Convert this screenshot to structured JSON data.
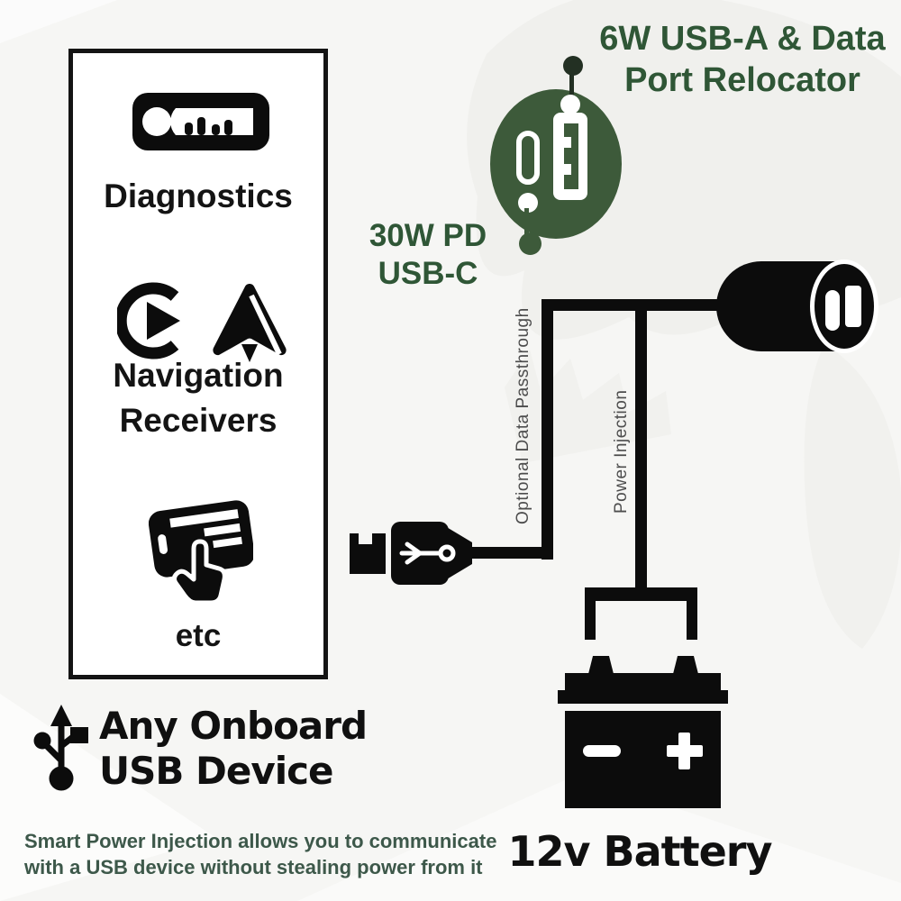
{
  "colors": {
    "background": "#f6f6f4",
    "ink": "#0c0c0c",
    "accent_green": "#2f5636",
    "puck_green": "#3d5a3a",
    "label_gray": "#4d4d4d",
    "footer_green": "#3d584a",
    "watermark_gray": "#ebebe8"
  },
  "relocator": {
    "heading_line1": "6W USB-A & Data",
    "heading_line2": "Port Relocator",
    "usbc_line1": "30W PD",
    "usbc_line2": "USB-C"
  },
  "device_box": {
    "item1_label": "Diagnostics",
    "item2_label_line1": "Navigation",
    "item2_label_line2": "Receivers",
    "item3_label": "etc"
  },
  "onboard_device": {
    "line1": "Any Onboard",
    "line2": "USB Device"
  },
  "wiring": {
    "data_label": "Optional Data Passthrough",
    "power_label": "Power Injection"
  },
  "battery": {
    "label": "12v Battery",
    "minus_symbol": "−",
    "plus_symbol": "+"
  },
  "footer": {
    "line1": "Smart Power Injection allows you to communicate",
    "line2": "with a USB device without stealing power from it"
  },
  "icons": {
    "car_stereo": "car-stereo-icon",
    "carplay": "carplay-icon",
    "android_auto": "android-auto-icon",
    "touch_device": "touchscreen-device-icon",
    "usb_trident": "usb-trident-icon",
    "usb_plug": "usb-plug-icon",
    "relocator_puck": "usb-relocator-puck",
    "barrel_connector": "barrel-connector-icon",
    "battery": "battery-icon"
  }
}
